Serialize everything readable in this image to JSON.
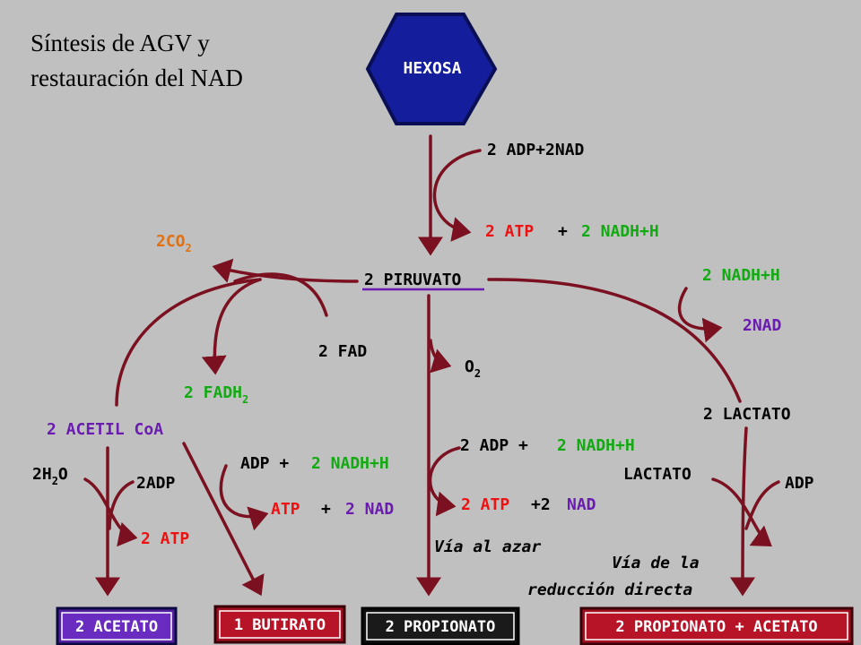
{
  "title": {
    "line1": "Síntesis de  AGV y",
    "line2": "restauración del NAD"
  },
  "colors": {
    "arrow": "#7a1020",
    "black": "#000000",
    "red": "#ee1111",
    "green": "#11aa11",
    "purple": "#6a1bb0",
    "orange": "#e07010",
    "hexosa_fill": "#141e9c"
  },
  "nodes": {
    "hexosa": "HEXOSA",
    "piruvato": "2 PIRUVATO",
    "acetil_coa": "2 ACETIL CoA",
    "lactato": "2 LACTATO"
  },
  "labels": {
    "adp_nad_top": "2 ADP+2NAD",
    "atp_top": "2 ATP",
    "plus": "+",
    "nadh_top": "2 NADH+H",
    "co2_main": "2CO",
    "co2_sub": "2",
    "fad": "2 FAD",
    "fadh_main": "2 FADH",
    "fadh_sub": "2",
    "o2_main": "O",
    "o2_sub": "2",
    "nadh_right": "2 NADH+H",
    "nad_right": "2NAD",
    "h2o_a": "2H",
    "h2o_sub": "2",
    "h2o_b": "O",
    "adp_left": "2ADP",
    "atp_left": "2 ATP",
    "adp_but": "ADP +",
    "nadh_but": "2 NADH+H",
    "atp_but": "ATP",
    "nad_but": "2 NAD",
    "adp_prop": "2 ADP +",
    "nadh_prop": "2 NADH+H",
    "atp_prop": "2 ATP",
    "plus2": "+2",
    "nad_prop": "NAD",
    "via_azar": "Vía al azar",
    "lactato_mid": "LACTATO",
    "adp_right": "ADP",
    "via_red1": "Vía de la",
    "via_red2": "reducción directa"
  },
  "products": {
    "acetato": "2 ACETATO",
    "butirato": "1 BUTIRATO",
    "propionato": "2 PROPIONATO",
    "mixto": "2 PROPIONATO + ACETATO"
  }
}
